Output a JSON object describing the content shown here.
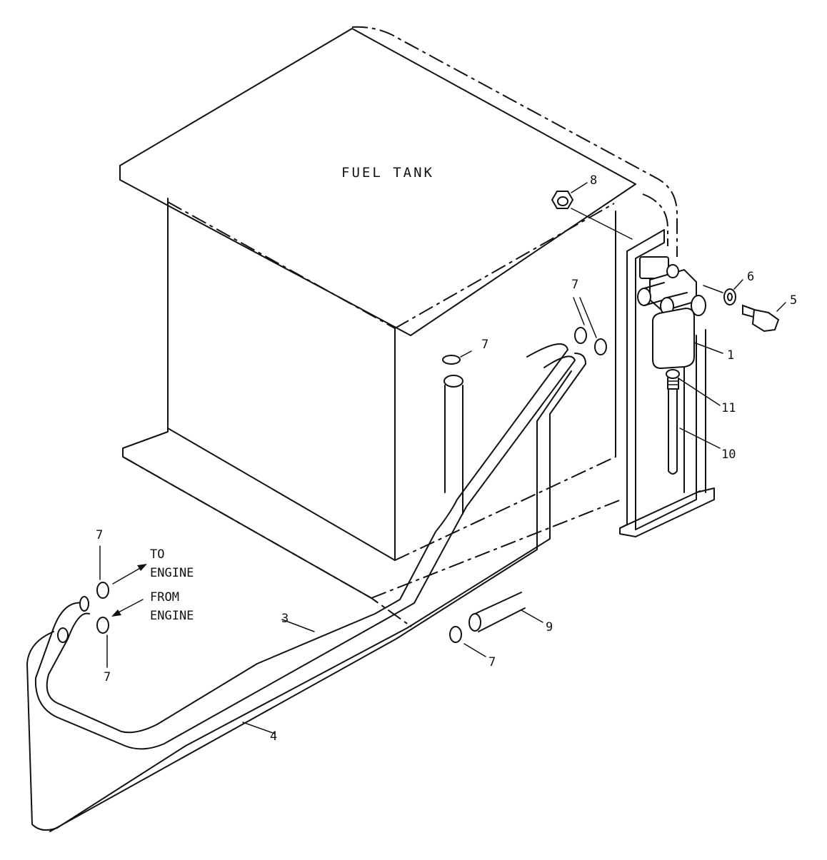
{
  "diagram": {
    "title": "FUEL TANK",
    "callouts": {
      "c1": "1",
      "c3": "3",
      "c4": "4",
      "c5": "5",
      "c6": "6",
      "c7_left_top": "7",
      "c7_left_bottom": "7",
      "c7_center": "7",
      "c7_pair": "7",
      "c7_bottom": "7",
      "c8": "8",
      "c9": "9",
      "c10": "10",
      "c11": "11"
    },
    "flow": {
      "to_line1": "TO",
      "to_line2": "ENGINE",
      "from_line1": "FROM",
      "from_line2": "ENGINE"
    }
  }
}
